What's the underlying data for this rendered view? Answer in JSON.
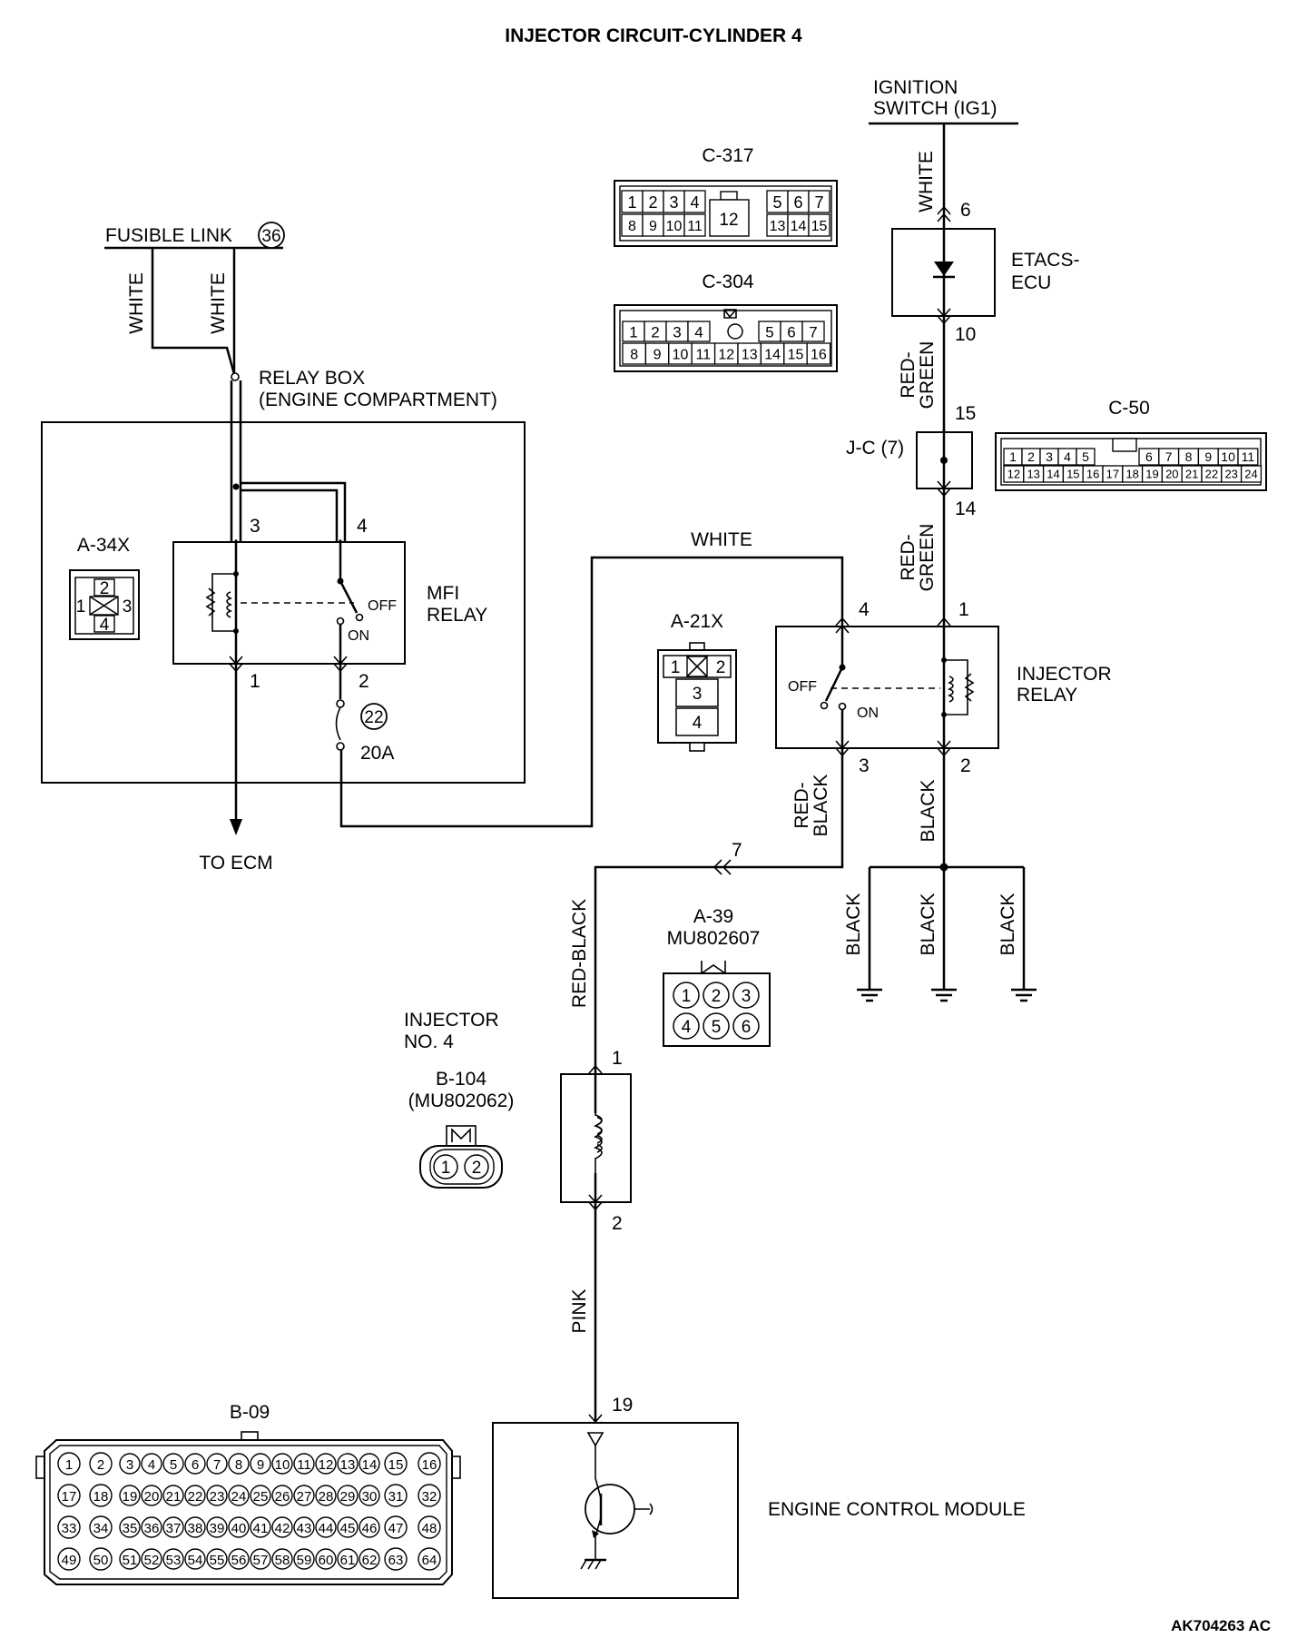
{
  "title": "INJECTOR CIRCUIT-CYLINDER 4",
  "figure_id": "AK704263 AC",
  "labels": {
    "ignition_switch_l1": "IGNITION",
    "ignition_switch_l2": "SWITCH (IG1)",
    "fusible_link": "FUSIBLE LINK",
    "fusible_link_no": "36",
    "relay_box_l1": "RELAY BOX",
    "relay_box_l2": "(ENGINE COMPARTMENT)",
    "mfi_relay_l1": "MFI",
    "mfi_relay_l2": "RELAY",
    "etacs_l1": "ETACS-",
    "etacs_l2": "ECU",
    "jc": "J-C (7)",
    "injector_relay_l1": "INJECTOR",
    "injector_relay_l2": "RELAY",
    "to_ecm": "TO ECM",
    "fuse_no": "22",
    "fuse_rating": "20A",
    "injector_l1": "INJECTOR",
    "injector_l2": "NO. 4",
    "b104_l1": "B-104",
    "b104_l2": "(MU802062)",
    "ecm": "ENGINE CONTROL MODULE",
    "off": "OFF",
    "on": "ON"
  },
  "wires": {
    "white": "WHITE",
    "red": "RED-",
    "green": "GREEN",
    "black_part": "BLACK",
    "black": "BLACK",
    "red_black": "RED-BLACK",
    "pink": "PINK"
  },
  "pins": {
    "etacs_in": "6",
    "etacs_out": "10",
    "jc_in": "15",
    "jc_out": "14",
    "inj_relay_1": "1",
    "inj_relay_2": "2",
    "inj_relay_3": "3",
    "inj_relay_4": "4",
    "mfi_3": "3",
    "mfi_4": "4",
    "mfi_1": "1",
    "mfi_2": "2",
    "junction_7": "7",
    "injector_1": "1",
    "injector_2": "2",
    "ecm_19": "19"
  },
  "connectors": {
    "c317": {
      "name": "C-317",
      "top_left": [
        "1",
        "2",
        "3",
        "4"
      ],
      "top_right": [
        "5",
        "6",
        "7"
      ],
      "bottom_left": [
        "8",
        "9",
        "10",
        "11"
      ],
      "center": "12",
      "bottom_right": [
        "13",
        "14",
        "15"
      ]
    },
    "c304": {
      "name": "C-304",
      "top_left": [
        "1",
        "2",
        "3",
        "4"
      ],
      "top_right": [
        "5",
        "6",
        "7"
      ],
      "bottom": [
        "8",
        "9",
        "10",
        "11",
        "12",
        "13",
        "14",
        "15",
        "16"
      ]
    },
    "c50": {
      "name": "C-50",
      "top_left": [
        "1",
        "2",
        "3",
        "4",
        "5"
      ],
      "top_right": [
        "6",
        "7",
        "8",
        "9",
        "10",
        "11"
      ],
      "bottom": [
        "12",
        "13",
        "14",
        "15",
        "16",
        "17",
        "18",
        "19",
        "20",
        "21",
        "22",
        "23",
        "24"
      ]
    },
    "a34x": {
      "name": "A-34X",
      "pins": [
        "1",
        "2",
        "3",
        "4"
      ]
    },
    "a21x": {
      "name": "A-21X",
      "pins": [
        "1",
        "2",
        "3",
        "4"
      ]
    },
    "a39": {
      "name_l1": "A-39",
      "name_l2": "MU802607",
      "pins": [
        "1",
        "2",
        "3",
        "4",
        "5",
        "6"
      ]
    },
    "b104": {
      "pins": [
        "1",
        "2"
      ]
    },
    "b09": {
      "name": "B-09",
      "rows": [
        [
          "1",
          "2",
          "3",
          "4",
          "5",
          "6",
          "7",
          "8",
          "9",
          "10",
          "11",
          "12",
          "13",
          "14",
          "15",
          "16"
        ],
        [
          "17",
          "18",
          "19",
          "20",
          "21",
          "22",
          "23",
          "24",
          "25",
          "26",
          "27",
          "28",
          "29",
          "30",
          "31",
          "32"
        ],
        [
          "33",
          "34",
          "35",
          "36",
          "37",
          "38",
          "39",
          "40",
          "41",
          "42",
          "43",
          "44",
          "45",
          "46",
          "47",
          "48"
        ],
        [
          "49",
          "50",
          "51",
          "52",
          "53",
          "54",
          "55",
          "56",
          "57",
          "58",
          "59",
          "60",
          "61",
          "62",
          "63",
          "64"
        ]
      ]
    }
  }
}
